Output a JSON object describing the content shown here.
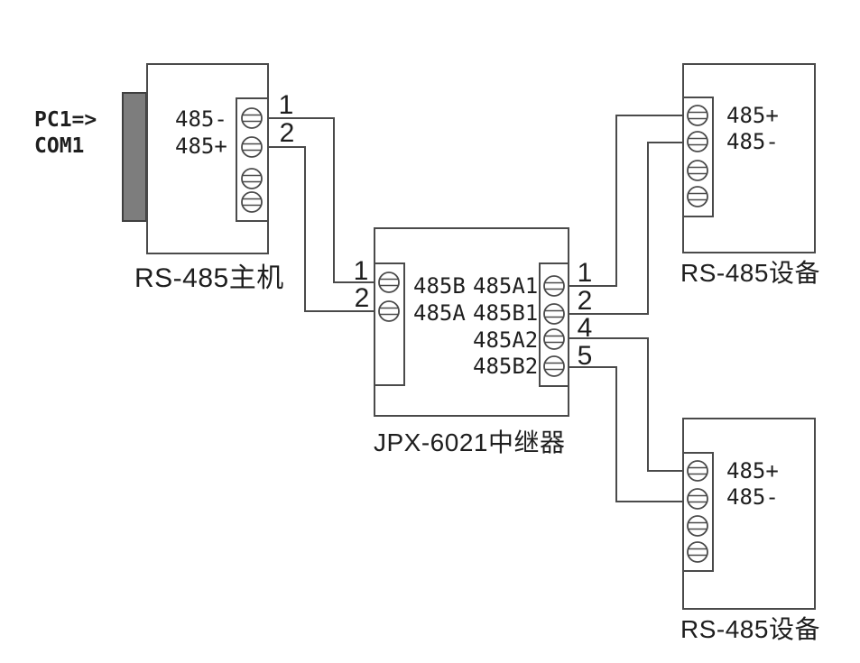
{
  "diagram": {
    "colors": {
      "background": "#ffffff",
      "line": "#4a4a4a",
      "text": "#1e1e1e",
      "connector_fill": "#7d7d7d"
    },
    "pc": {
      "line1": "PC1=>",
      "line2": "COM1"
    },
    "host": {
      "title": "RS-485主机",
      "terminal_labels": [
        "485-",
        "485+"
      ],
      "wire_numbers": [
        "1",
        "2"
      ]
    },
    "repeater": {
      "title": "JPX-6021中继器",
      "left_terminal_labels": [
        "485B",
        "485A"
      ],
      "left_wire_numbers": [
        "1",
        "2"
      ],
      "right_terminal_labels": [
        "485A1",
        "485B1",
        "485A2",
        "485B2"
      ],
      "right_wire_numbers": [
        "1",
        "2",
        "4",
        "5"
      ]
    },
    "device_top": {
      "title": "RS-485设备",
      "terminal_labels": [
        "485+",
        "485-"
      ]
    },
    "device_bottom": {
      "title": "RS-485设备",
      "terminal_labels": [
        "485+",
        "485-"
      ]
    }
  }
}
